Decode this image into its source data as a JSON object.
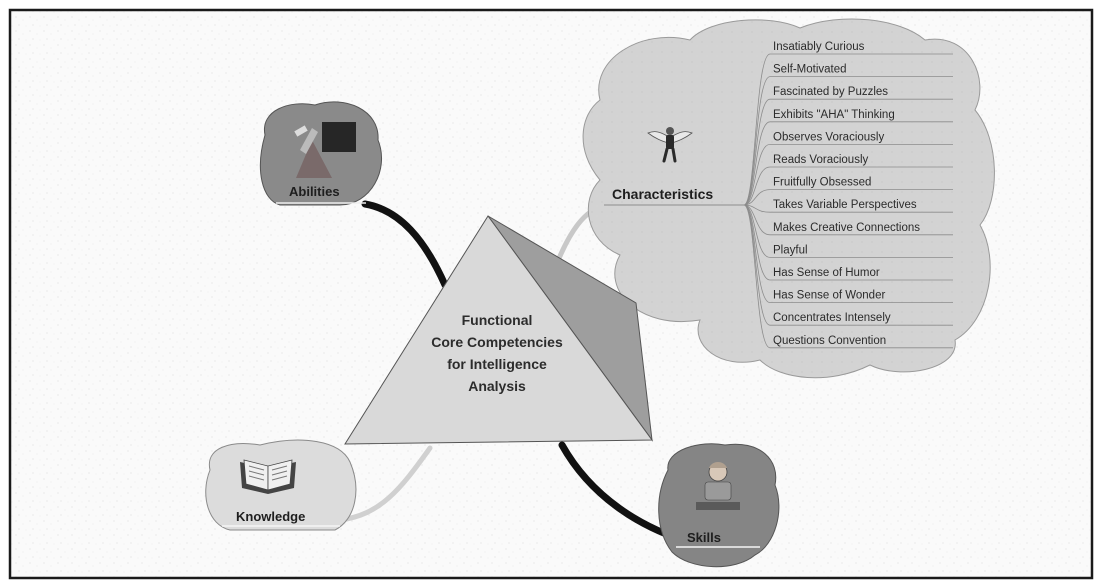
{
  "center": {
    "lines": [
      "Functional",
      "Core Competencies",
      "for Intelligence",
      "Analysis"
    ]
  },
  "nodes": {
    "abilities": {
      "label": "Abilities",
      "icon": "hammer-anvil-icon"
    },
    "characteristics": {
      "label": "Characteristics",
      "icon": "flying-figure-icon"
    },
    "knowledge": {
      "label": "Knowledge",
      "icon": "open-book-icon"
    },
    "skills": {
      "label": "Skills",
      "icon": "person-at-desk-icon"
    }
  },
  "characteristics_items": [
    "Insatiably Curious",
    "Self-Motivated",
    "Fascinated by Puzzles",
    "Exhibits \"AHA\" Thinking",
    "Observes Voraciously",
    "Reads Voraciously",
    "Fruitfully Obsessed",
    "Takes Variable Perspectives",
    "Makes Creative Connections",
    "Playful",
    "Has Sense of Humor",
    "Has Sense of Wonder",
    "Concentrates Intensely",
    "Questions Convention"
  ],
  "colors": {
    "frame": "#1a1a1a",
    "cloud_fill": "#cfcfcf",
    "pyramid_front": "#d9d9d9",
    "pyramid_side": "#9e9e9e",
    "abilities_fill": "#8a8a8a",
    "skills_fill": "#858585",
    "knowledge_fill": "#dcdcdc",
    "branch_dark": "#111111",
    "branch_light": "#c8c8c8"
  }
}
